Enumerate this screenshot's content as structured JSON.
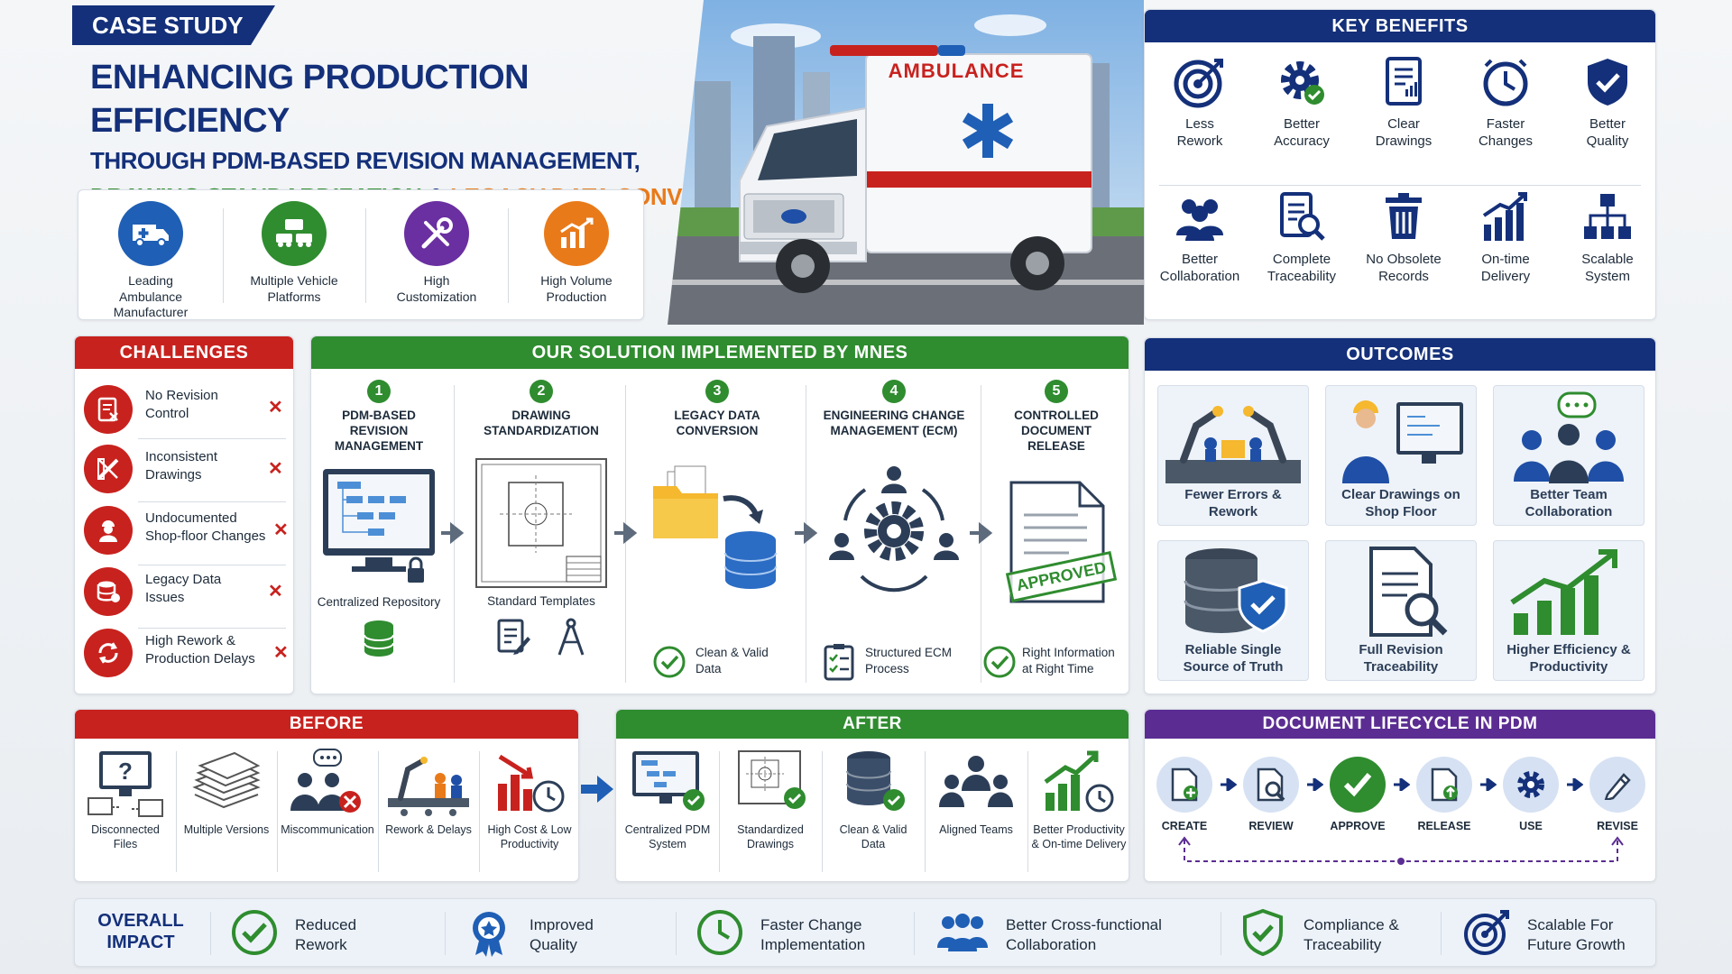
{
  "header": {
    "tag": "CASE STUDY",
    "title_line1": "ENHANCING PRODUCTION EFFICIENCY",
    "title_line2": "THROUGH PDM-BASED REVISION MANAGEMENT,",
    "title_line3_a": "DRAWING STANDARDIZATION",
    "title_line3_amp": "&",
    "title_line3_b": "LEGACY DATA CONVERSION"
  },
  "company_facts": [
    {
      "label": "Leading Ambulance Manufacturer",
      "icon": "ambulance-icon",
      "color": "#1f5fb5"
    },
    {
      "label": "Multiple Vehicle Platforms",
      "icon": "vehicles-icon",
      "color": "#2f8c2f"
    },
    {
      "label": "High Customization",
      "icon": "tools-icon",
      "color": "#6a2fa0"
    },
    {
      "label": "High Volume Production",
      "icon": "growth-chart-icon",
      "color": "#e97a1a"
    }
  ],
  "hero": {
    "ambulance_text": "AMBULANCE"
  },
  "key_benefits": {
    "title": "KEY BENEFITS",
    "items": [
      {
        "label": "Less Rework",
        "icon": "target-icon"
      },
      {
        "label": "Better Accuracy",
        "icon": "gear-check-icon"
      },
      {
        "label": "Clear Drawings",
        "icon": "document-icon"
      },
      {
        "label": "Faster Changes",
        "icon": "clock-icon"
      },
      {
        "label": "Better Quality",
        "icon": "shield-check-icon"
      },
      {
        "label": "Better Collaboration",
        "icon": "team-icon"
      },
      {
        "label": "Complete Traceability",
        "icon": "document-search-icon"
      },
      {
        "label": "No Obsolete Records",
        "icon": "trash-icon"
      },
      {
        "label": "On-time Delivery",
        "icon": "bar-growth-icon"
      },
      {
        "label": "Scalable System",
        "icon": "hierarchy-icon"
      }
    ]
  },
  "challenges": {
    "title": "CHALLENGES",
    "items": [
      {
        "label": "No Revision Control",
        "icon": "document-x-icon"
      },
      {
        "label": "Inconsistent Drawings",
        "icon": "ruler-icon"
      },
      {
        "label": "Undocumented Shop-floor Changes",
        "icon": "worker-icon"
      },
      {
        "label": "Legacy Data Issues",
        "icon": "database-icon"
      },
      {
        "label": "High Rework & Production Delays",
        "icon": "rework-icon"
      }
    ],
    "mark": "✕"
  },
  "solution": {
    "title": "OUR SOLUTION IMPLEMENTED BY MNES",
    "steps": [
      {
        "num": "1",
        "title": "PDM-BASED REVISION MANAGEMENT",
        "caption": "Centralized Repository"
      },
      {
        "num": "2",
        "title": "DRAWING STANDARDIZATION",
        "caption": "Standard Templates"
      },
      {
        "num": "3",
        "title": "LEGACY DATA CONVERSION",
        "caption": "Clean & Valid Data"
      },
      {
        "num": "4",
        "title": "ENGINEERING CHANGE MANAGEMENT (ECM)",
        "caption": "Structured ECM Process"
      },
      {
        "num": "5",
        "title": "CONTROLLED DOCUMENT RELEASE",
        "caption": "Right Information at Right Time"
      }
    ],
    "stamp": "APPROVED"
  },
  "outcomes": {
    "title": "OUTCOMES",
    "items": [
      {
        "label": "Fewer Errors & Rework"
      },
      {
        "label": "Clear Drawings on Shop Floor"
      },
      {
        "label": "Better Team Collaboration"
      },
      {
        "label": "Reliable Single Source of Truth"
      },
      {
        "label": "Full Revision Traceability"
      },
      {
        "label": "Higher Efficiency & Productivity"
      }
    ]
  },
  "before": {
    "title": "BEFORE",
    "items": [
      {
        "label": "Disconnected Files"
      },
      {
        "label": "Multiple Versions"
      },
      {
        "label": "Miscommunication"
      },
      {
        "label": "Rework & Delays"
      },
      {
        "label": "High Cost & Low Productivity"
      }
    ]
  },
  "after": {
    "title": "AFTER",
    "items": [
      {
        "label": "Centralized PDM System"
      },
      {
        "label": "Standardized Drawings"
      },
      {
        "label": "Clean & Valid Data"
      },
      {
        "label": "Aligned Teams"
      },
      {
        "label": "Better Productivity & On-time Delivery"
      }
    ]
  },
  "lifecycle": {
    "title": "DOCUMENT LIFECYCLE IN PDM",
    "steps": [
      {
        "label": "CREATE"
      },
      {
        "label": "REVIEW"
      },
      {
        "label": "APPROVE"
      },
      {
        "label": "RELEASE"
      },
      {
        "label": "USE"
      },
      {
        "label": "REVISE"
      }
    ]
  },
  "impact": {
    "title": "OVERALL IMPACT",
    "items": [
      {
        "label": "Reduced Rework"
      },
      {
        "label": "Improved Quality"
      },
      {
        "label": "Faster Change Implementation"
      },
      {
        "label": "Better Cross-functional Collaboration"
      },
      {
        "label": "Compliance & Traceability"
      },
      {
        "label": "Scalable For Future Growth"
      }
    ]
  },
  "colors": {
    "red": "#c8221e",
    "green": "#2f8c2f",
    "navy": "#14307a",
    "purple": "#5b2d92",
    "orange": "#e97a1a"
  }
}
